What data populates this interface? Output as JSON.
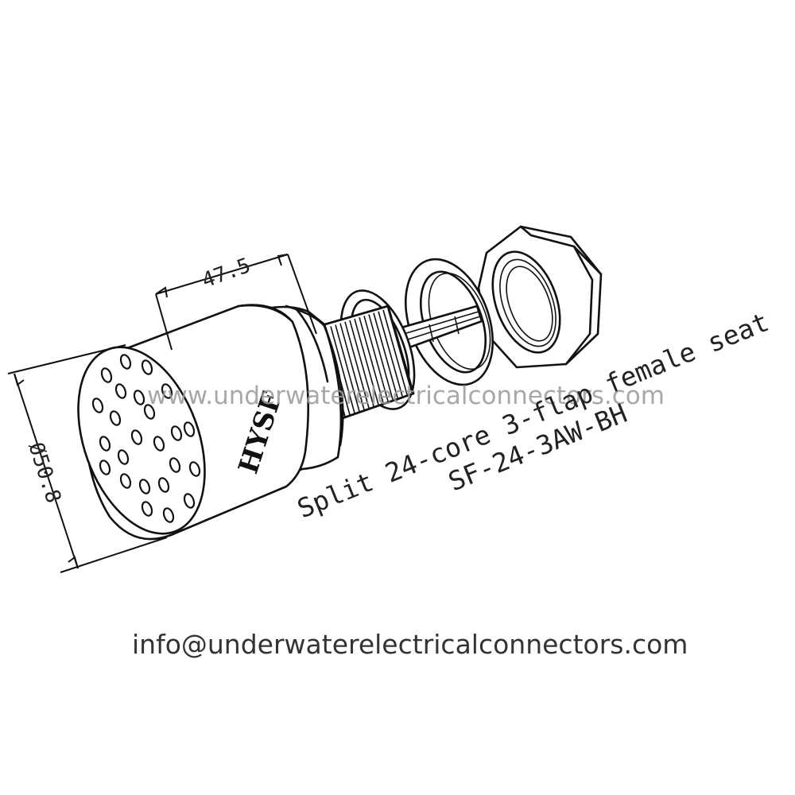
{
  "dimensions": {
    "length_label": "47.5",
    "diameter_label": "Ø50.8"
  },
  "brand_mark": "HYSF",
  "title": {
    "line1": "Split 24-core 3-flap female seat",
    "line2": "SF-24-3AW-BH"
  },
  "watermark": "www.underwaterelectricalconnectors.com",
  "contact_email": "info@underwaterelectricalconnectors.com",
  "front_face": {
    "contact_count": 24
  }
}
